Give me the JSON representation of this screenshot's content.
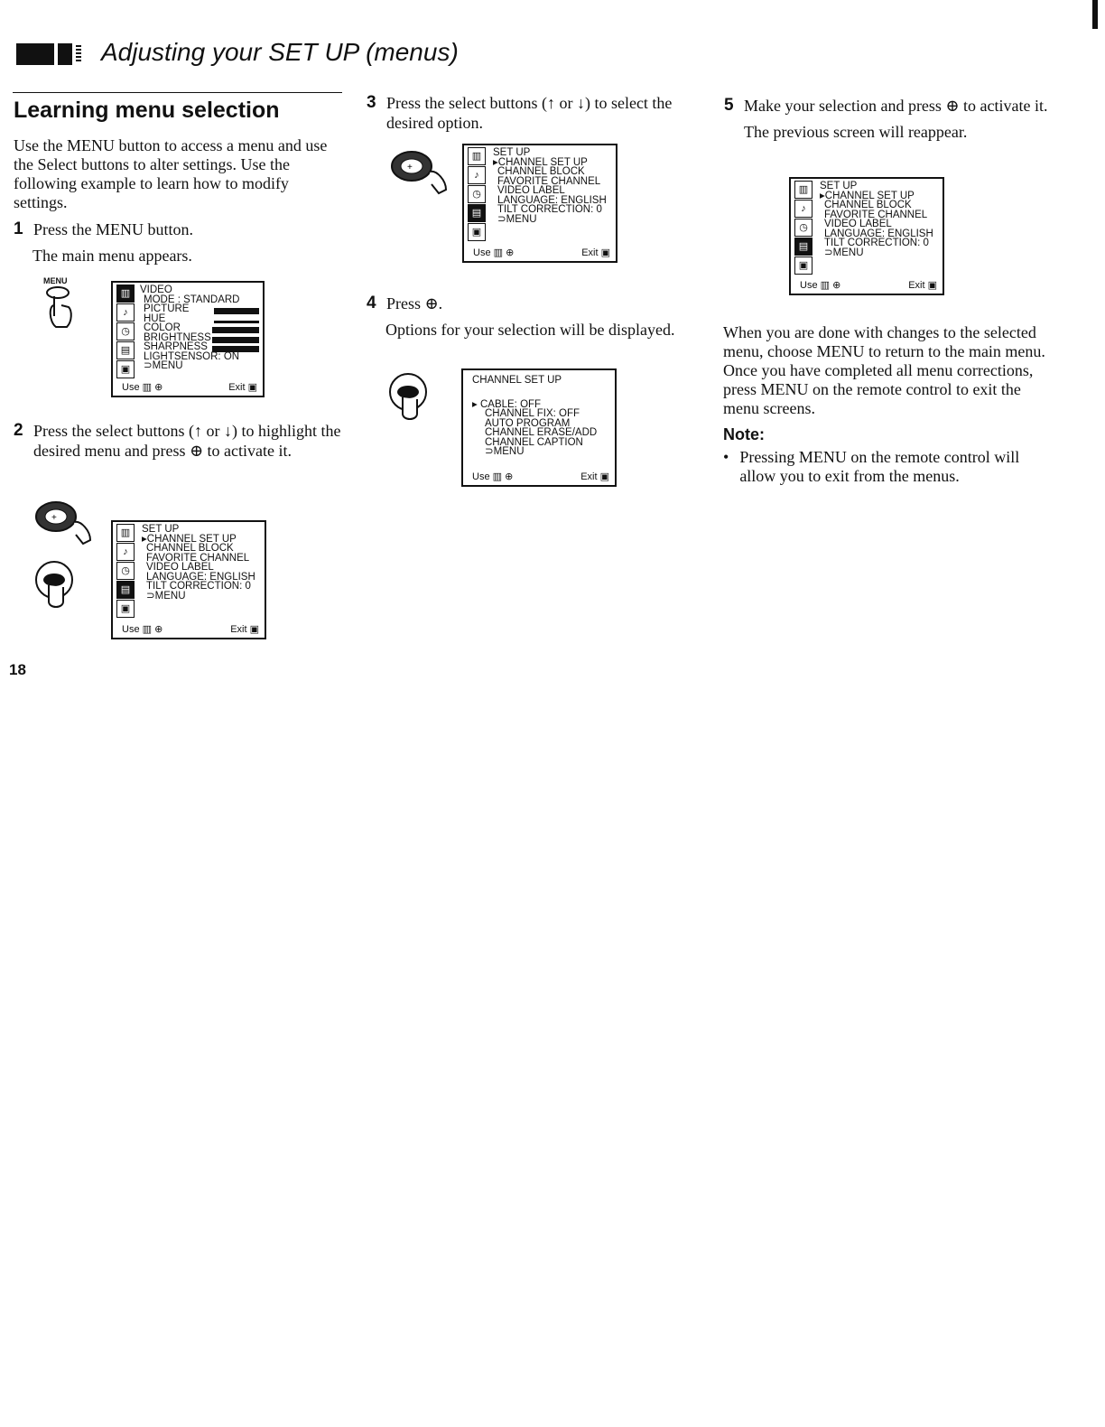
{
  "header": {
    "title": "Adjusting your SET UP (menus)"
  },
  "col1": {
    "heading": "Learning menu selection",
    "intro": "Use the MENU button to access a menu and use the Select buttons to alter settings. Use the following example to learn how to modify settings.",
    "step1_num": "1",
    "step1_text": "Press the MENU button.",
    "step1_sub": "The main menu appears.",
    "menu_label": "MENU",
    "step2_num": "2",
    "step2_text": "Press the select buttons (↑ or ↓) to highlight the desired menu and press ⊕ to activate it."
  },
  "osd_main": {
    "lines": [
      "VIDEO",
      "MODE : STANDARD",
      "PICTURE",
      "HUE",
      "COLOR",
      "BRIGHTNESS",
      "SHARPNESS",
      "LIGHTSENSOR: ON",
      "⊃MENU"
    ],
    "use": "Use",
    "exit": "Exit"
  },
  "osd_setup": {
    "lines": [
      "SET UP",
      "▸CHANNEL SET UP",
      "CHANNEL BLOCK",
      "FAVORITE CHANNEL",
      "VIDEO LABEL",
      "LANGUAGE: ENGLISH",
      "TILT CORRECTION: 0",
      "⊃MENU"
    ],
    "use": "Use",
    "exit": "Exit"
  },
  "col2": {
    "step3_num": "3",
    "step3_text": "Press the select buttons (↑ or ↓) to select the desired option.",
    "step4_num": "4",
    "step4_text": "Press ⊕.",
    "step4_sub": "Options for your selection will be displayed."
  },
  "osd_channel": {
    "title": "CHANNEL SET UP",
    "lines": [
      "▸ CABLE: OFF",
      "CHANNEL FIX: OFF",
      "AUTO PROGRAM",
      "CHANNEL ERASE/ADD",
      "CHANNEL CAPTION",
      "⊃MENU"
    ],
    "use": "Use",
    "exit": "Exit"
  },
  "col3": {
    "step5_num": "5",
    "step5_text": "Make your selection and press ⊕ to activate it.",
    "step5_sub": "The previous screen will reappear.",
    "closing": "When you are done with changes to the selected menu, choose MENU to return to the main menu. Once you have completed all menu corrections, press MENU on the remote control to exit the menu screens.",
    "note_heading": "Note:",
    "note_bullet": "Pressing MENU on the remote control will allow you to exit from the menus."
  },
  "page_number": "18"
}
